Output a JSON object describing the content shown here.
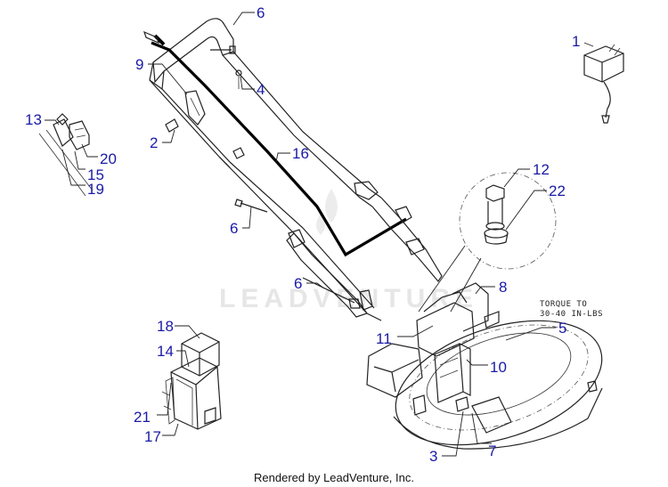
{
  "diagram": {
    "callouts": [
      {
        "id": "c1",
        "label": "1"
      },
      {
        "id": "c2",
        "label": "2"
      },
      {
        "id": "c3",
        "label": "3"
      },
      {
        "id": "c4",
        "label": "4"
      },
      {
        "id": "c5",
        "label": "5"
      },
      {
        "id": "c6a",
        "label": "6"
      },
      {
        "id": "c6b",
        "label": "6"
      },
      {
        "id": "c6c",
        "label": "6"
      },
      {
        "id": "c7",
        "label": "7"
      },
      {
        "id": "c8",
        "label": "8"
      },
      {
        "id": "c9",
        "label": "9"
      },
      {
        "id": "c10",
        "label": "10"
      },
      {
        "id": "c11",
        "label": "11"
      },
      {
        "id": "c12",
        "label": "12"
      },
      {
        "id": "c13",
        "label": "13"
      },
      {
        "id": "c14",
        "label": "14"
      },
      {
        "id": "c15",
        "label": "15"
      },
      {
        "id": "c16",
        "label": "16"
      },
      {
        "id": "c17",
        "label": "17"
      },
      {
        "id": "c18",
        "label": "18"
      },
      {
        "id": "c19",
        "label": "19"
      },
      {
        "id": "c20",
        "label": "20"
      },
      {
        "id": "c21",
        "label": "21"
      },
      {
        "id": "c22",
        "label": "22"
      }
    ],
    "torque_note_line1": "TORQUE TO",
    "torque_note_line2": "30-40 IN-LBS",
    "watermark": "LEADVENTURE",
    "footer": "Rendered by LeadVenture, Inc."
  }
}
